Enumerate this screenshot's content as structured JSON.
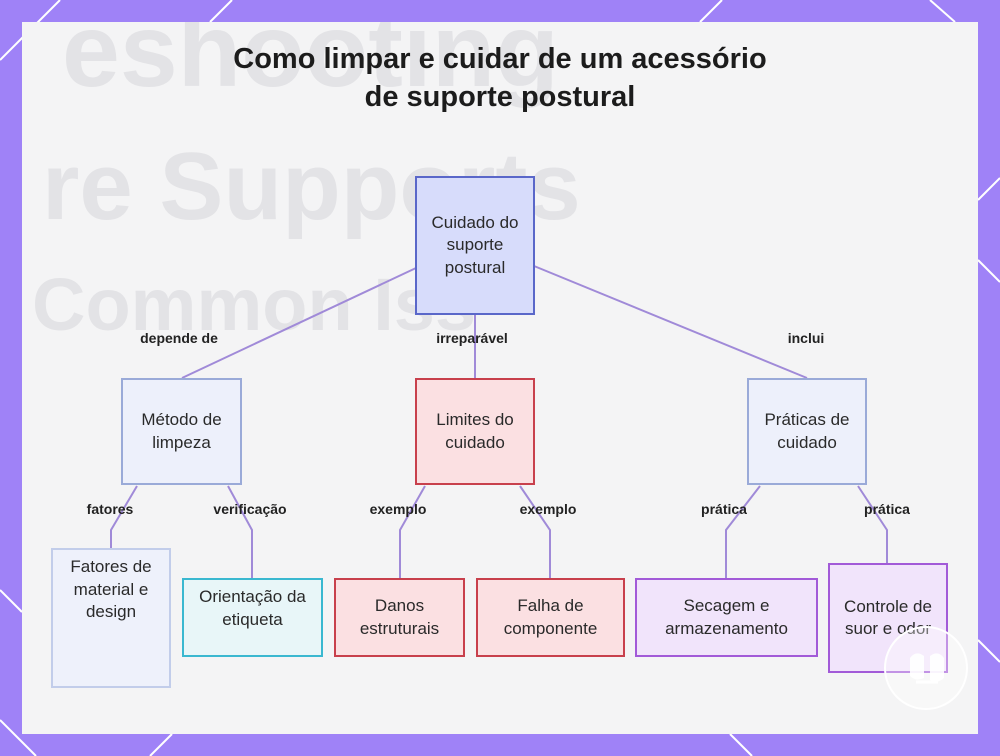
{
  "title": {
    "line1": "Como limpar e cuidar de um acessório",
    "line2": "de suporte postural"
  },
  "background_text": {
    "line1": "eshooting",
    "line2": "re Supports",
    "line3": "Common Iss"
  },
  "nodes": {
    "root": "Cuidado do suporte postural",
    "metodo": "Método de limpeza",
    "limites": "Limites do cuidado",
    "praticas": "Práticas de cuidado",
    "fatores": "Fatores de material e design",
    "orientacao": "Orientação da etiqueta",
    "danos": "Danos estruturais",
    "falha": "Falha de componente",
    "secagem": "Secagem e armazenamento",
    "controle": "Controle de suor e odor"
  },
  "edges": {
    "depende": "depende de",
    "irreparavel": "irreparável",
    "inclui": "inclui",
    "fatores": "fatores",
    "verificacao": "verificação",
    "exemplo1": "exemplo",
    "exemplo2": "exemplo",
    "pratica1": "prática",
    "pratica2": "prática"
  },
  "colors": {
    "frame": "#9f82f7",
    "link": "#a08ad8",
    "blue": "#5a67c9",
    "red": "#c8404c",
    "cyan": "#3ab8d0",
    "purple": "#a25ad8"
  }
}
